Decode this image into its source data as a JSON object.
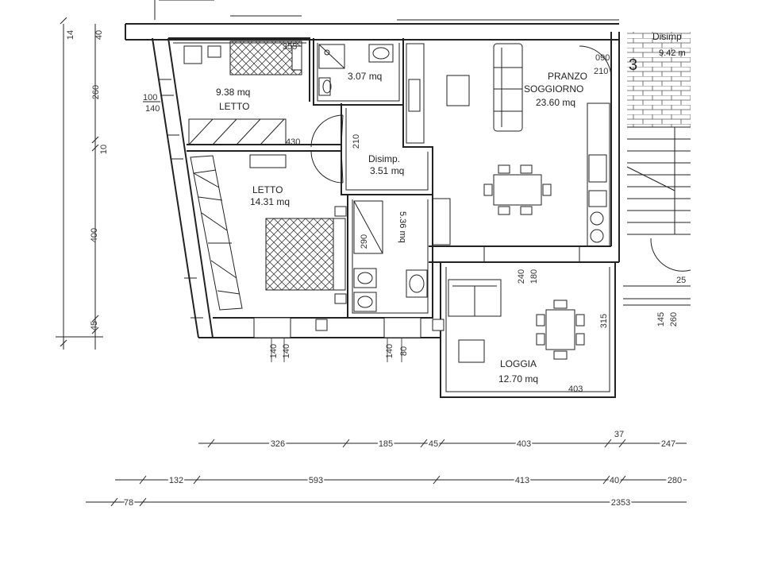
{
  "colors": {
    "ink": "#222222",
    "paper": "#ffffff",
    "hatch": "#555555"
  },
  "rooms": {
    "letto_small": {
      "area": "9.38 mq",
      "name": "LETTO"
    },
    "bath_small": {
      "area": "3.07 mq"
    },
    "letto_large": {
      "name": "LETTO",
      "area": "14.31 mq"
    },
    "disimp": {
      "name": "Disimp.",
      "area": "3.51 mq"
    },
    "bath_large": {
      "area": "5.36 mq"
    },
    "pranzo": {
      "name1": "PRANZO",
      "name2": "SOGGIORNO",
      "area": "23.60 mq"
    },
    "loggia": {
      "name": "LOGGIA",
      "area": "12.70 mq"
    },
    "disimp_right": {
      "name": "Disimp",
      "area": "9.42 m"
    }
  },
  "annotations": {
    "n_355": "355",
    "n_430": "430",
    "n_210_door": "210",
    "n_290": "290",
    "n_090": "090",
    "n_210_right": "210",
    "n_3": "3",
    "n_100": "100",
    "n_140_win": "140",
    "n_180": "180",
    "n_240": "240",
    "n_315": "315",
    "n_403_loggia": "403",
    "n_25": "25",
    "n_145": "145",
    "n_260_right": "260",
    "win_140a": "140",
    "win_140b": "140",
    "win_140c": "140",
    "win_80": "80"
  },
  "left_dims": {
    "top_a": "14",
    "top_b": "40",
    "d_260": "260",
    "d_10": "10",
    "d_400": "400",
    "d_45": "45"
  },
  "bottom_dims": {
    "row1": [
      "326",
      "185",
      "45",
      "403",
      "37",
      "247"
    ],
    "row2": [
      "132",
      "593",
      "413",
      "40",
      "280"
    ],
    "row3": [
      "78",
      "2353"
    ]
  }
}
